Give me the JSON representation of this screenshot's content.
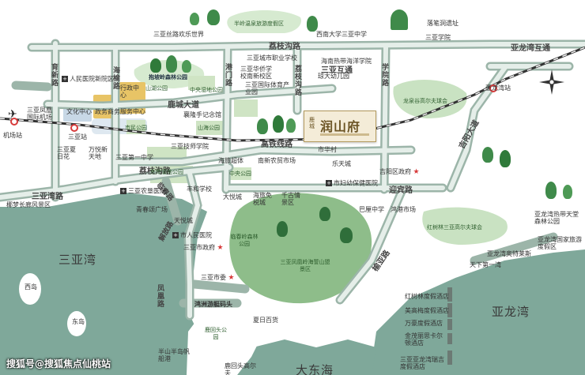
{
  "roads": {
    "lizhigou_north": "荔枝沟路",
    "lizhigou_south": "荔枝沟路",
    "luchengdadao": "鹿城大道",
    "gaotie": "高铁线路",
    "sanya_road": "三亚湾路",
    "yingbin": "迎宾路",
    "yulong": "榆亚路",
    "jiyang": "吉阳大道",
    "yalong_hutong": "亚龙湾互通",
    "sanya_hutong": "三亚互通",
    "yulu": "育新路",
    "haitang": "海榆路",
    "gangmen": "港门路",
    "lizhigou_v": "荔枝沟路",
    "xuefu": "学院路",
    "lingling": "临春路",
    "jiefang": "解放路",
    "fenghuang": "凤凰路"
  },
  "seas": {
    "sanyawan": "三亚湾",
    "yalongwan": "亚龙湾",
    "dadonghai": "大东海"
  },
  "islands": {
    "xidao": "西岛",
    "dongdao": "东岛"
  },
  "places": [
    {
      "name": "三亚丝路欢乐世界"
    },
    {
      "name": "半岭温泉旅游度假区"
    },
    {
      "name": "西南大学三亚中学"
    },
    {
      "name": "落笔洞遗址"
    },
    {
      "name": "三亚学院"
    },
    {
      "name": "人民医院新院区"
    },
    {
      "name": "抱坡岭森林公园"
    },
    {
      "name": "三亚城市职业学校"
    },
    {
      "name": "三亚华侨学校南新校区"
    },
    {
      "name": "海南热带海洋学院"
    },
    {
      "name": "三亚国际体育产业园"
    },
    {
      "name": "琼大幼儿园"
    },
    {
      "name": "龙泉谷高尔夫球会"
    },
    {
      "name": "亚龙湾站"
    },
    {
      "name": "三亚凤凰国际机场"
    },
    {
      "name": "机场站"
    },
    {
      "name": "文化中心"
    },
    {
      "name": "政务商务服务中心"
    },
    {
      "name": "行政中心"
    },
    {
      "name": "山湖公园"
    },
    {
      "name": "中央湿地公园"
    },
    {
      "name": "市民公园"
    },
    {
      "name": "襄隆手记念馆"
    },
    {
      "name": "山海公园"
    },
    {
      "name": "东岸湿地公园"
    },
    {
      "name": "三亚站"
    },
    {
      "name": "三亚夏日花"
    },
    {
      "name": "万悦新天地"
    },
    {
      "name": "三亚第一中学"
    },
    {
      "name": "三亚技师学院"
    },
    {
      "name": "三亚农垦医院"
    },
    {
      "name": "青春颂广场"
    },
    {
      "name": "天悦城"
    },
    {
      "name": "市人民医院"
    },
    {
      "name": "三亚市政府"
    },
    {
      "name": "三亚市委"
    },
    {
      "name": "海旅超体"
    },
    {
      "name": "南新农贸市场"
    },
    {
      "name": "市华村"
    },
    {
      "name": "乐天城"
    },
    {
      "name": "市妇幼保健医院"
    },
    {
      "name": "吉阳区政府"
    },
    {
      "name": "中央公园"
    },
    {
      "name": "丰和学校"
    },
    {
      "name": "大悦城"
    },
    {
      "name": "海旅免税城"
    },
    {
      "name": "千古情景区"
    },
    {
      "name": "临春岭森林公园"
    },
    {
      "name": "三亚凤凰岭海誓山盟景区"
    },
    {
      "name": "巴厘中学"
    },
    {
      "name": "鸿港市场"
    },
    {
      "name": "红树林三亚高尔夫球会"
    },
    {
      "name": "亚龙湾热带天堂森林公园"
    },
    {
      "name": "亚龙湾国家旅游度假区"
    },
    {
      "name": "亚龙湾奥特莱斯"
    },
    {
      "name": "天下第一湾"
    },
    {
      "name": "椰梦长廊风景区"
    },
    {
      "name": "鸿洲游艇码头"
    },
    {
      "name": "鹿回头公园"
    },
    {
      "name": "夏日百货"
    },
    {
      "name": "半山半岛帆船港"
    },
    {
      "name": "鹿回头高尔夫"
    },
    {
      "name": "红树林度假酒店"
    },
    {
      "name": "美高梅度假酒店"
    },
    {
      "name": "万豪度假酒店"
    },
    {
      "name": "金茂丽思卡尔顿酒店"
    },
    {
      "name": "三亚亚龙湾瑞吉度假酒店"
    }
  ],
  "project": {
    "prefix": "鹿城",
    "name": "润山府"
  },
  "watermark": "搜狐号@搜狐焦点仙桃站"
}
